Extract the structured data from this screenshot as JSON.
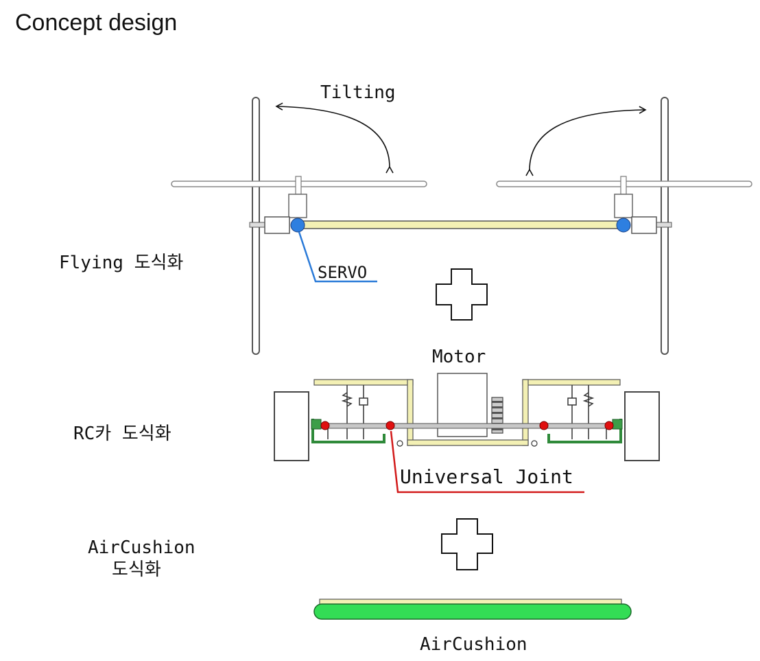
{
  "title": "Concept design",
  "labels": {
    "tilting": "Tilting",
    "servo": "SERVO",
    "motor": "Motor",
    "universal_joint": "Universal Joint",
    "aircushion": "AirCushion"
  },
  "sections": {
    "flying": "Flying 도식화",
    "rc": "RC카 도식화",
    "air_line1": "AirCushion",
    "air_line2": "도식화"
  },
  "colors": {
    "frame_yellow": "#f3f0b4",
    "servo_blue": "#2e7fe0",
    "servo_leader": "#2a7ad8",
    "joint_red": "#e01010",
    "joint_leader": "#d21a1a",
    "chassis_green": "#2f8a3a",
    "cushion_green": "#33dd55",
    "shaft_gray": "#c8c8c8"
  }
}
